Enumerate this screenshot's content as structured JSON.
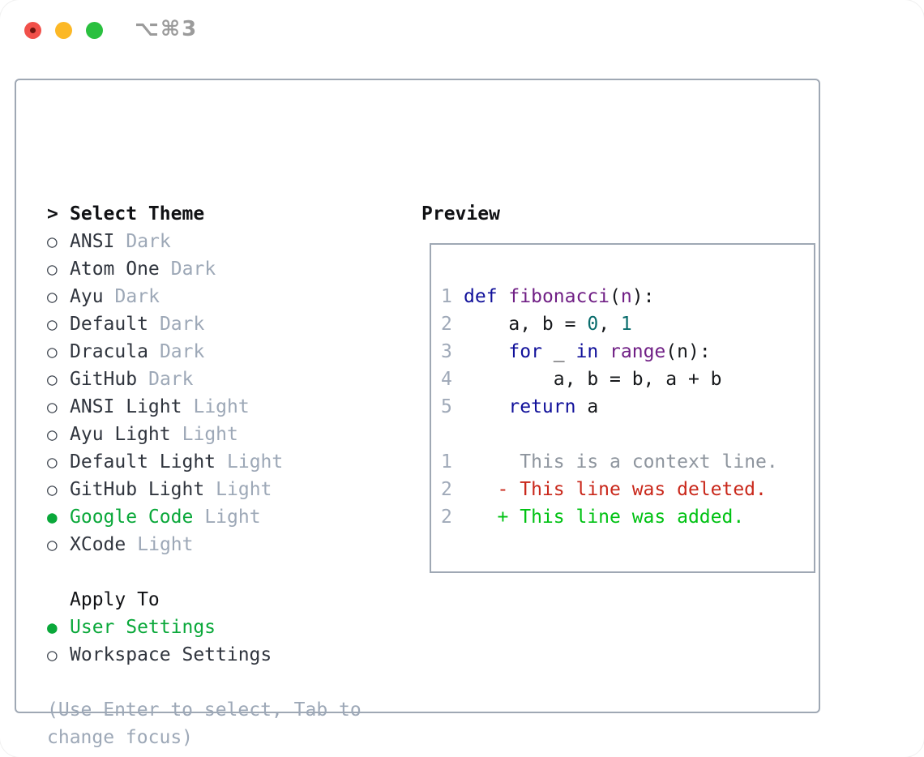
{
  "colors": {
    "kwd": "#10109a",
    "typ": "#701f85",
    "lit": "#096c6c",
    "pln": "#17191c",
    "pun": "#17191c",
    "num": "#9fa9b8",
    "ctx": "#8e959e",
    "del": "#c9271a",
    "add": "#00c213",
    "selected_green": "#0aa83a",
    "text": "#30353e",
    "heading": "#101114",
    "muted": "#9da8b7",
    "box_border": "#9fa8b4",
    "traffic_red": "#f1504a",
    "traffic_red_dot": "#6f150f",
    "traffic_yellow": "#fcb826",
    "traffic_green": "#2ac03f",
    "title": "#9b9b9b"
  },
  "window": {
    "shortcut": "⌥⌘3",
    "traffic_lights": [
      {
        "name": "close",
        "color": "#f1504a"
      },
      {
        "name": "minimize",
        "color": "#fcb826"
      },
      {
        "name": "maximize",
        "color": "#2ac03f"
      }
    ]
  },
  "theme_panel": {
    "cursor": ">",
    "heading": "Select Theme",
    "themes": [
      {
        "marker": "○",
        "name": "ANSI",
        "variant": "Dark",
        "selected": false
      },
      {
        "marker": "○",
        "name": "Atom One",
        "variant": "Dark",
        "selected": false
      },
      {
        "marker": "○",
        "name": "Ayu",
        "variant": "Dark",
        "selected": false
      },
      {
        "marker": "○",
        "name": "Default",
        "variant": "Dark",
        "selected": false
      },
      {
        "marker": "○",
        "name": "Dracula",
        "variant": "Dark",
        "selected": false
      },
      {
        "marker": "○",
        "name": "GitHub",
        "variant": "Dark",
        "selected": false
      },
      {
        "marker": "○",
        "name": "ANSI Light",
        "variant": "Light",
        "selected": false
      },
      {
        "marker": "○",
        "name": "Ayu Light",
        "variant": "Light",
        "selected": false
      },
      {
        "marker": "○",
        "name": "Default Light",
        "variant": "Light",
        "selected": false
      },
      {
        "marker": "○",
        "name": "GitHub Light",
        "variant": "Light",
        "selected": false
      },
      {
        "marker": "●",
        "name": "Google Code",
        "variant": "Light",
        "selected": true
      },
      {
        "marker": "○",
        "name": "XCode",
        "variant": "Light",
        "selected": false
      }
    ],
    "apply_heading": "Apply To",
    "apply_options": [
      {
        "marker": "●",
        "label": "User Settings",
        "selected": true
      },
      {
        "marker": "○",
        "label": "Workspace Settings",
        "selected": false
      }
    ],
    "help_line1": "(Use Enter to select, Tab to",
    "help_line2": "change focus)"
  },
  "preview": {
    "heading": "Preview",
    "code_lines": [
      {
        "num": "1",
        "segs": [
          {
            "t": "def",
            "c": "kwd"
          },
          {
            "t": " ",
            "c": "pln"
          },
          {
            "t": "fibonacci",
            "c": "typ"
          },
          {
            "t": "(",
            "c": "pun"
          },
          {
            "t": "n",
            "c": "typ"
          },
          {
            "t": "):",
            "c": "pun"
          }
        ]
      },
      {
        "num": "2",
        "segs": [
          {
            "t": "    a, b = ",
            "c": "pln"
          },
          {
            "t": "0",
            "c": "lit"
          },
          {
            "t": ", ",
            "c": "pln"
          },
          {
            "t": "1",
            "c": "lit"
          }
        ]
      },
      {
        "num": "3",
        "segs": [
          {
            "t": "    ",
            "c": "pln"
          },
          {
            "t": "for",
            "c": "kwd"
          },
          {
            "t": " _ ",
            "c": "pln"
          },
          {
            "t": "in",
            "c": "kwd"
          },
          {
            "t": " ",
            "c": "pln"
          },
          {
            "t": "range",
            "c": "typ"
          },
          {
            "t": "(n):",
            "c": "pun"
          }
        ]
      },
      {
        "num": "4",
        "segs": [
          {
            "t": "        a, b = b, a + b",
            "c": "pln"
          }
        ]
      },
      {
        "num": "5",
        "segs": [
          {
            "t": "    ",
            "c": "pln"
          },
          {
            "t": "return",
            "c": "kwd"
          },
          {
            "t": " a",
            "c": "pln"
          }
        ]
      }
    ],
    "diff_lines": [
      {
        "num": "1",
        "segs": [
          {
            "t": "     ",
            "c": "pln"
          },
          {
            "t": "This is a context line.",
            "c": "ctx"
          }
        ]
      },
      {
        "num": "2",
        "segs": [
          {
            "t": "   ",
            "c": "pln"
          },
          {
            "t": "- This line was deleted.",
            "c": "del"
          }
        ]
      },
      {
        "num": "2",
        "segs": [
          {
            "t": "   ",
            "c": "pln"
          },
          {
            "t": "+ This line was added.",
            "c": "add"
          }
        ]
      }
    ]
  }
}
